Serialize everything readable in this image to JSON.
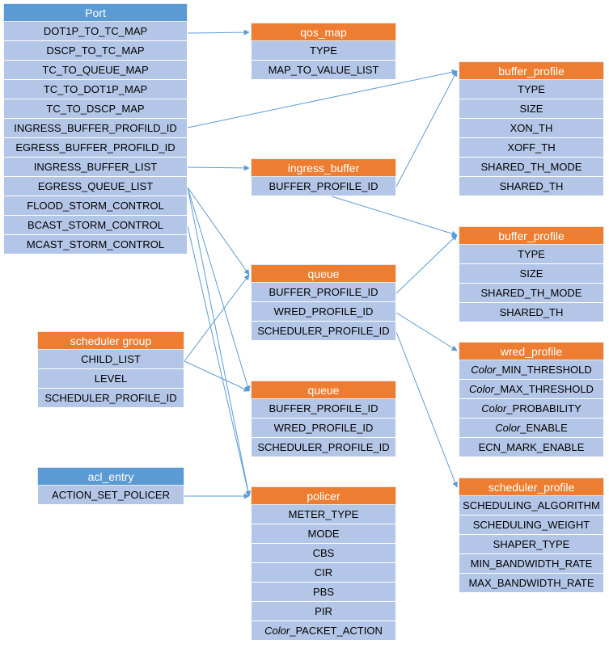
{
  "tables": {
    "port": {
      "title": "Port",
      "rows": [
        "DOT1P_TO_TC_MAP",
        "DSCP_TO_TC_MAP",
        "TC_TO_QUEUE_MAP",
        "TC_TO_DOT1P_MAP",
        "TC_TO_DSCP_MAP",
        "INGRESS_BUFFER_PROFILD_ID",
        "EGRESS_BUFFER_PROFILD_ID",
        "INGRESS_BUFFER_LIST",
        "EGRESS_QUEUE_LIST",
        "FLOOD_STORM_CONTROL",
        "BCAST_STORM_CONTROL",
        "MCAST_STORM_CONTROL"
      ]
    },
    "qos_map": {
      "title": "qos_map",
      "rows": [
        "TYPE",
        "MAP_TO_VALUE_LIST"
      ]
    },
    "buffer_profile_1": {
      "title": "buffer_profile",
      "rows": [
        "TYPE",
        "SIZE",
        "XON_TH",
        "XOFF_TH",
        "SHARED_TH_MODE",
        "SHARED_TH"
      ]
    },
    "ingress_buffer": {
      "title": "ingress_buffer",
      "rows": [
        "BUFFER_PROFILE_ID"
      ]
    },
    "buffer_profile_2": {
      "title": "buffer_profile",
      "rows": [
        "TYPE",
        "SIZE",
        "SHARED_TH_MODE",
        "SHARED_TH"
      ]
    },
    "queue_1": {
      "title": "queue",
      "rows": [
        "BUFFER_PROFILE_ID",
        "WRED_PROFILE_ID",
        "SCHEDULER_PROFILE_ID"
      ]
    },
    "scheduler_group": {
      "title": "scheduler group",
      "rows": [
        "CHILD_LIST",
        "LEVEL",
        "SCHEDULER_PROFILE_ID"
      ]
    },
    "wred_profile": {
      "title": "wred_profile",
      "italic_prefix": "Color",
      "rows": [
        "_MIN_THRESHOLD",
        "_MAX_THRESHOLD",
        "_PROBABILITY",
        "_ENABLE"
      ],
      "last_row": "ECN_MARK_ENABLE"
    },
    "queue_2": {
      "title": "queue",
      "rows": [
        "BUFFER_PROFILE_ID",
        "WRED_PROFILE_ID",
        "SCHEDULER_PROFILE_ID"
      ]
    },
    "acl_entry": {
      "title": "acl_entry",
      "rows": [
        "ACTION_SET_POLICER"
      ]
    },
    "scheduler_profile": {
      "title": "scheduler_profile",
      "rows": [
        "SCHEDULING_ALGORITHM",
        "SCHEDULING_WEIGHT",
        "SHAPER_TYPE",
        "MIN_BANDWIDTH_RATE",
        "MAX_BANDWIDTH_RATE"
      ]
    },
    "policer": {
      "title": "policer",
      "rows": [
        "METER_TYPE",
        "MODE",
        "CBS",
        "CIR",
        "PBS",
        "PIR"
      ],
      "italic_prefix": "Color",
      "last_row": "_PACKET_ACTION"
    }
  },
  "colors": {
    "blue_header": "#5b9bd5",
    "orange_header": "#ed7d31",
    "row_fill": "#b4c6e7",
    "link_line": "#5b9bd5"
  }
}
